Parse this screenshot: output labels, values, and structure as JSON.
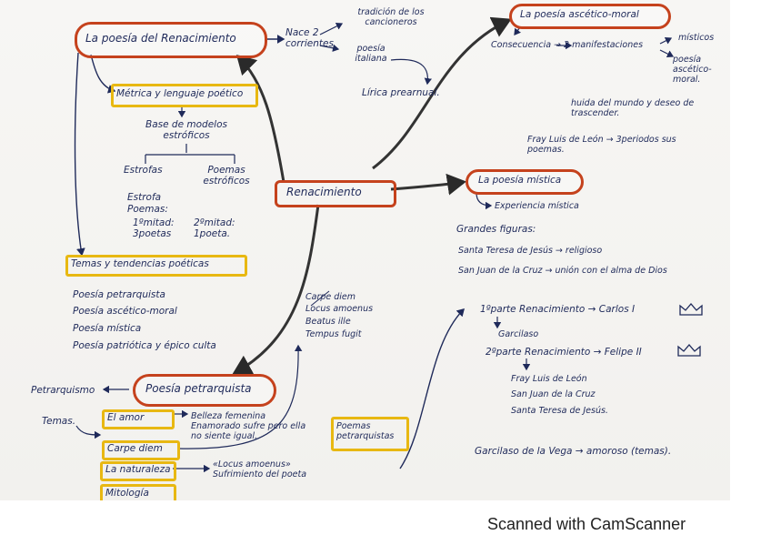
{
  "left": {
    "title": "La poesía del Renacimiento",
    "nace": "Nace 2 corrientes",
    "trad": "tradición de los cancioneros",
    "poesia_italiana": "poesía italiana",
    "lirica": "Lírica prearnual.",
    "metrica": "Métrica y lenguaje poético",
    "base": "Base de modelos estróficos",
    "estrofas": "Estrofas",
    "poemas": "Poemas estróficos",
    "estrofa_items": [
      "Estrofa",
      "Poemas:"
    ],
    "periodo1": "1ºmitad: 3poetas",
    "periodo2": "2ºmitad: 1poeta.",
    "temas_tendencias": "Temas y tendencias poéticas",
    "tendencias": [
      "Poesía petrarquista",
      "Poesía ascético-moral",
      "Poesía mística",
      "Poesía patriótica y épico culta"
    ]
  },
  "center": {
    "renacimiento": "Renacimiento",
    "tópicos": [
      "Carpe diem",
      "Locus amoenus",
      "Beatus ille",
      "Tempus fugit"
    ]
  },
  "bottom": {
    "petrarquista": "Poesía petrarquista",
    "petrarquismo": "Petrarquismo",
    "temas": "Temas.",
    "items": [
      "El amor",
      "Carpe diem",
      "La naturaleza",
      "Mitología"
    ],
    "amor_desc": "Belleza femenina Enamorado sufre pero ella no siente igual.",
    "naturaleza_desc": "«Locus amoenus» Sufrimiento del poeta",
    "poemas_petrarquistas": "Poemas petrarquistas"
  },
  "right": {
    "ascetico_title": "La poesía ascético-moral",
    "consecuencia": "Consecuencia → 2 manifestaciones",
    "misticos": "místicos",
    "poesia_asc": "poesía ascético-moral.",
    "huida": "huida del mundo y deseo de trascender.",
    "fray": "Fray Luis de León → 3periodos sus poemas.",
    "mistica_title": "La poesía mística",
    "experiencia": "Experiencia mística",
    "grandes": "Grandes figuras:",
    "santa": "Santa Teresa de Jesús → religioso",
    "sanjuan": "San Juan de la Cruz → unión con el alma de Dios",
    "parte1": "1ºparte Renacimiento → Carlos I",
    "garcilaso": "Garcilaso",
    "parte2": "2ºparte Renacimiento → Felipe II",
    "parte2_items": [
      "Fray Luis de León",
      "San Juan de la Cruz",
      "Santa Teresa de Jesús."
    ],
    "garcilaso_vega": "Garcilaso de la Vega → amoroso (temas)."
  },
  "footer": "Scanned with CamScanner",
  "colors": {
    "ink": "#1f2a5a",
    "red": "#c5421d",
    "yellow": "#e8b812"
  }
}
